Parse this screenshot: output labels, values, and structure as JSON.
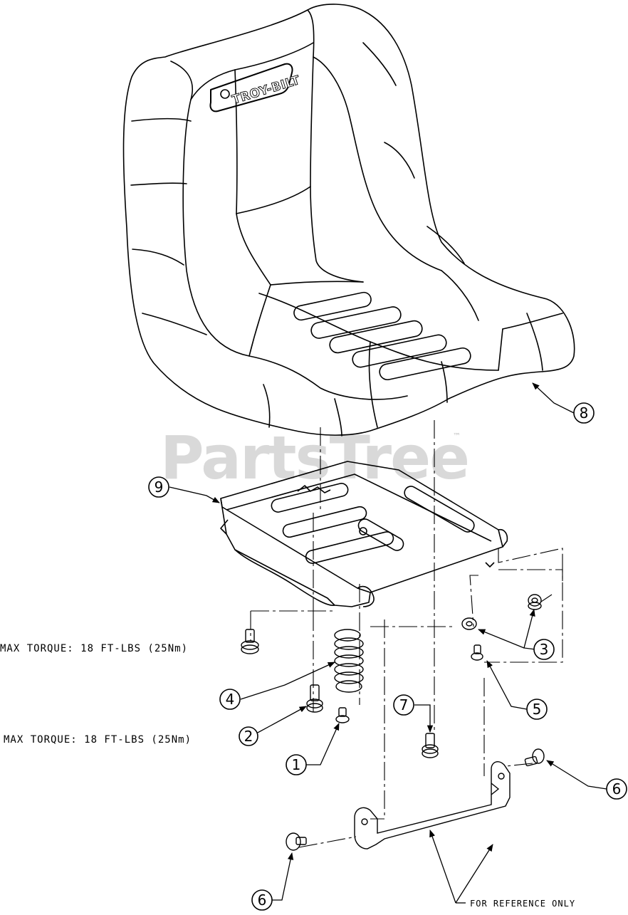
{
  "watermark": {
    "text": "PartsTree",
    "trademark": "™"
  },
  "seat_logo": "TROY-BILT",
  "callouts": [
    {
      "id": "callout-8",
      "label": "8"
    },
    {
      "id": "callout-9",
      "label": "9"
    },
    {
      "id": "callout-3",
      "label": "3"
    },
    {
      "id": "callout-5",
      "label": "5"
    },
    {
      "id": "callout-4",
      "label": "4"
    },
    {
      "id": "callout-7",
      "label": "7"
    },
    {
      "id": "callout-2",
      "label": "2"
    },
    {
      "id": "callout-1",
      "label": "1"
    },
    {
      "id": "callout-6a",
      "label": "6"
    },
    {
      "id": "callout-6b",
      "label": "6"
    }
  ],
  "notes": {
    "torque_upper": "MAX TORQUE: 18 FT-LBS (25Nm)",
    "torque_lower": "MAX TORQUE: 18 FT-LBS (25Nm)",
    "reference": "FOR REFERENCE ONLY"
  }
}
